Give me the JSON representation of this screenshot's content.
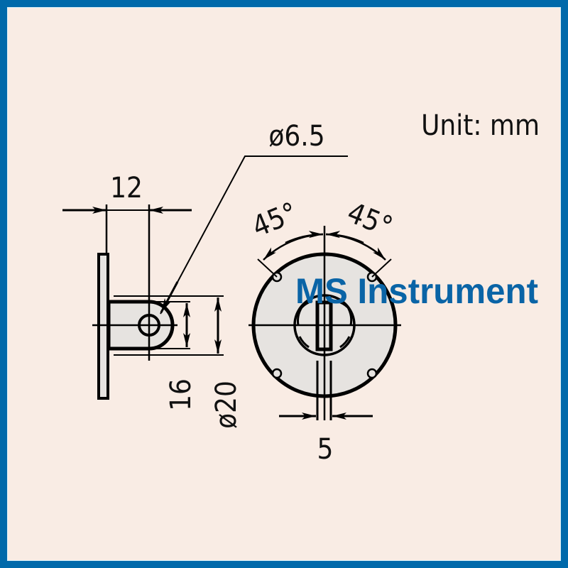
{
  "unit_label": "Unit: mm",
  "watermark": "MS Instrument",
  "dimensions": {
    "width": "12",
    "hole_diameter": "ø6.5",
    "inner_height": "16",
    "outer_diameter": "ø20",
    "slot_width": "5",
    "angle_left": "45°",
    "angle_right": "45°"
  },
  "colors": {
    "frame": "#0069AA",
    "background": "#F9ECE4",
    "part_fill": "#E6E3E0",
    "line": "#000000",
    "watermark": "#0A64A6"
  }
}
